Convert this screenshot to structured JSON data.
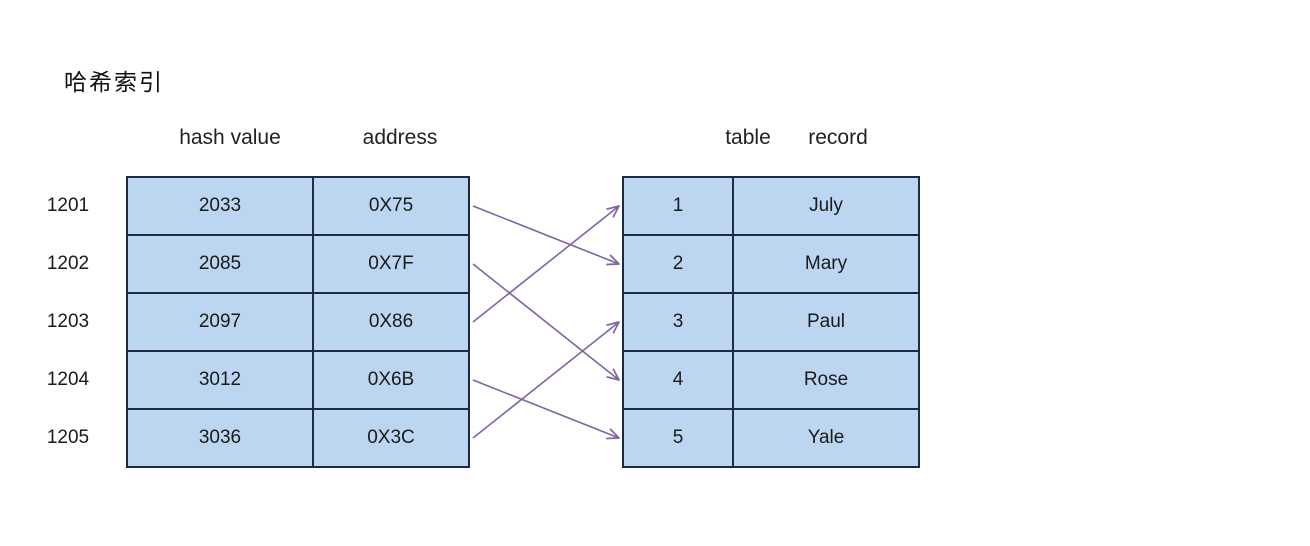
{
  "title": "哈希索引",
  "headers": {
    "hash_value": "hash value",
    "address": "address",
    "table": "table",
    "record": "record"
  },
  "index_rows": [
    {
      "key": "1201",
      "hash_value": "2033",
      "address": "0X75"
    },
    {
      "key": "1202",
      "hash_value": "2085",
      "address": "0X7F"
    },
    {
      "key": "1203",
      "hash_value": "2097",
      "address": "0X86"
    },
    {
      "key": "1204",
      "hash_value": "3012",
      "address": "0X6B"
    },
    {
      "key": "1205",
      "hash_value": "3036",
      "address": "0X3C"
    }
  ],
  "table_rows": [
    {
      "table": "1",
      "record": "July"
    },
    {
      "table": "2",
      "record": "Mary"
    },
    {
      "table": "3",
      "record": "Paul"
    },
    {
      "table": "4",
      "record": "Rose"
    },
    {
      "table": "5",
      "record": "Yale"
    }
  ],
  "links": [
    {
      "from": 1201,
      "to": 2
    },
    {
      "from": 1202,
      "to": 4
    },
    {
      "from": 1203,
      "to": 1
    },
    {
      "from": 1204,
      "to": 5
    },
    {
      "from": 1205,
      "to": 3
    }
  ],
  "colors": {
    "cell_fill": "#bcd6f2",
    "border": "#1e2a45",
    "arrow": "#8064a2",
    "text": "#1a1a1a"
  }
}
